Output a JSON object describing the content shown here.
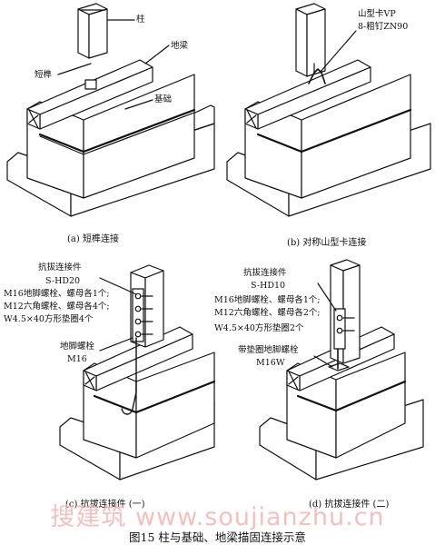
{
  "panel_a": {
    "label_column": "柱",
    "label_beam": "地梁",
    "label_short_tenon": "短榫",
    "label_foundation": "基础",
    "caption": "(a) 短榫连接"
  },
  "panel_b": {
    "label_clip_1": "山型卡VP",
    "label_clip_2": "8-粗钉ZN90",
    "caption": "(b) 对称山型卡连接"
  },
  "panel_c": {
    "label_1": "抗拔连接件",
    "label_2": "S-HD20",
    "label_3": "M16地脚螺栓、螺母各1个;",
    "label_4": "M12六角螺栓、螺母各4个;",
    "label_5": "W4.5×40方形垫圈4个",
    "label_anchor_1": "地脚螺栓",
    "label_anchor_2": "M16",
    "caption": "(c) 抗拔连接件 (一)"
  },
  "panel_d": {
    "label_1": "抗拔连接件",
    "label_2": "S-HD10",
    "label_3": "M16地脚螺栓、螺母各1个;",
    "label_4": "M12六角螺栓、螺母各2个;",
    "label_5": "W4.5×40方形垫圈2个",
    "label_anchor_1": "带垫圈地脚螺栓",
    "label_anchor_2": "M16W",
    "caption": "(d) 抗拔连接件 (二)"
  },
  "watermark": "搜建筑 www.soujianzhu.cn",
  "figure_title": "图15 柱与基础、地梁描固连接示意"
}
